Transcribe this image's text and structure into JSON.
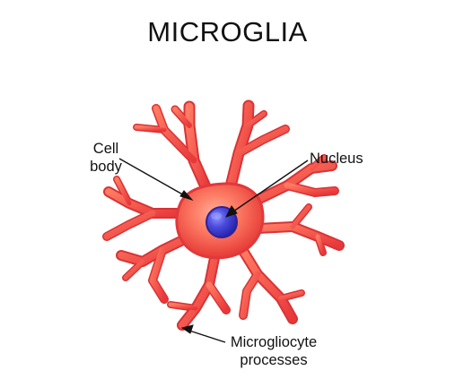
{
  "title": "MICROGLIA",
  "labels": {
    "cell_body": [
      "Cell",
      "body"
    ],
    "nucleus": "Nucleus",
    "processes": [
      "Microgliocyte",
      "processes"
    ]
  },
  "colors": {
    "background": "#ffffff",
    "cell": "#f04a45",
    "cell_highlight": "#ff9c88",
    "cell_shadow": "#d82f2f",
    "nucleus": "#3c3ccf",
    "nucleus_highlight": "#8f8fff",
    "arrow": "#111111",
    "text": "#111111"
  }
}
